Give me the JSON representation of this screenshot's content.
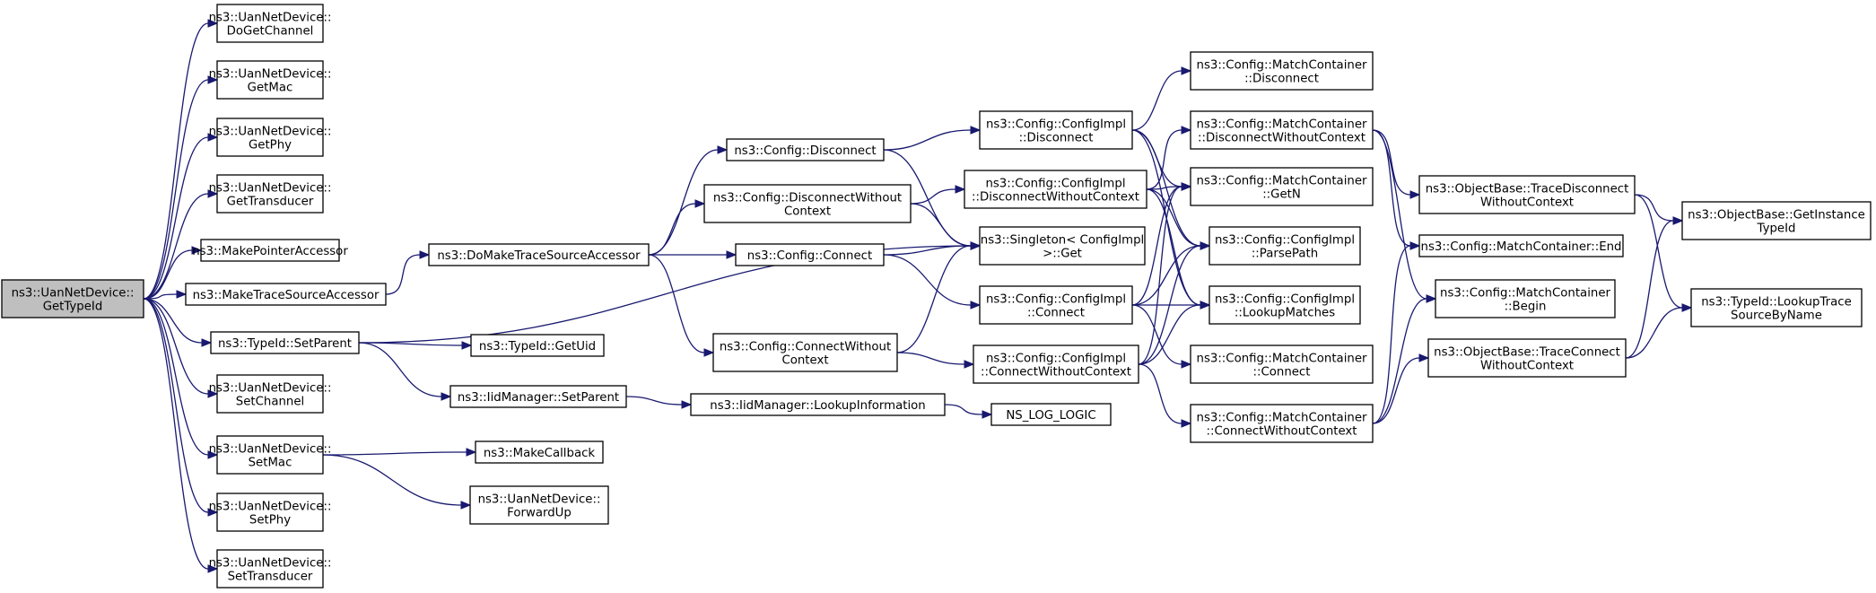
{
  "nodes": [
    {
      "id": "n0",
      "lines": [
        "ns3::UanNetDevice::",
        "GetTypeId"
      ],
      "root": true
    },
    {
      "id": "n1",
      "lines": [
        "ns3::UanNetDevice::",
        "DoGetChannel"
      ]
    },
    {
      "id": "n2",
      "lines": [
        "ns3::UanNetDevice::",
        "GetMac"
      ]
    },
    {
      "id": "n3",
      "lines": [
        "ns3::UanNetDevice::",
        "GetPhy"
      ]
    },
    {
      "id": "n4",
      "lines": [
        "ns3::UanNetDevice::",
        "GetTransducer"
      ]
    },
    {
      "id": "n5",
      "lines": [
        "ns3::MakePointerAccessor"
      ]
    },
    {
      "id": "n6",
      "lines": [
        "ns3::MakeTraceSourceAccessor"
      ]
    },
    {
      "id": "n7",
      "lines": [
        "ns3::TypeId::SetParent"
      ]
    },
    {
      "id": "n8",
      "lines": [
        "ns3::UanNetDevice::",
        "SetChannel"
      ]
    },
    {
      "id": "n9",
      "lines": [
        "ns3::UanNetDevice::",
        "SetMac"
      ]
    },
    {
      "id": "n10",
      "lines": [
        "ns3::UanNetDevice::",
        "SetPhy"
      ]
    },
    {
      "id": "n11",
      "lines": [
        "ns3::UanNetDevice::",
        "SetTransducer"
      ]
    },
    {
      "id": "n12",
      "lines": [
        "ns3::DoMakeTraceSourceAccessor"
      ]
    },
    {
      "id": "n13",
      "lines": [
        "ns3::TypeId::GetUid"
      ]
    },
    {
      "id": "n14",
      "lines": [
        "ns3::IidManager::SetParent"
      ]
    },
    {
      "id": "n15",
      "lines": [
        "ns3::MakeCallback"
      ]
    },
    {
      "id": "n16",
      "lines": [
        "ns3::UanNetDevice::",
        "ForwardUp"
      ]
    },
    {
      "id": "n17",
      "lines": [
        "ns3::Config::Disconnect"
      ]
    },
    {
      "id": "n18",
      "lines": [
        "ns3::Config::DisconnectWithout",
        "Context"
      ]
    },
    {
      "id": "n19",
      "lines": [
        "ns3::Config::Connect"
      ]
    },
    {
      "id": "n20",
      "lines": [
        "ns3::Config::ConnectWithout",
        "Context"
      ]
    },
    {
      "id": "n21",
      "lines": [
        "ns3::IidManager::LookupInformation"
      ]
    },
    {
      "id": "n22",
      "lines": [
        "ns3::Config::ConfigImpl",
        "::Disconnect"
      ]
    },
    {
      "id": "n23",
      "lines": [
        "ns3::Config::ConfigImpl",
        "::DisconnectWithoutContext"
      ]
    },
    {
      "id": "n24",
      "lines": [
        "ns3::Singleton< ConfigImpl",
        " >::Get"
      ]
    },
    {
      "id": "n25",
      "lines": [
        "ns3::Config::ConfigImpl",
        "::Connect"
      ]
    },
    {
      "id": "n26",
      "lines": [
        "ns3::Config::ConfigImpl",
        "::ConnectWithoutContext"
      ]
    },
    {
      "id": "n27",
      "lines": [
        "NS_LOG_LOGIC"
      ]
    },
    {
      "id": "n28",
      "lines": [
        "ns3::Config::MatchContainer",
        "::Disconnect"
      ]
    },
    {
      "id": "n29",
      "lines": [
        "ns3::Config::MatchContainer",
        "::DisconnectWithoutContext"
      ]
    },
    {
      "id": "n30",
      "lines": [
        "ns3::Config::MatchContainer",
        "::GetN"
      ]
    },
    {
      "id": "n31",
      "lines": [
        "ns3::Config::ConfigImpl",
        "::ParsePath"
      ]
    },
    {
      "id": "n32",
      "lines": [
        "ns3::Config::ConfigImpl",
        "::LookupMatches"
      ]
    },
    {
      "id": "n33",
      "lines": [
        "ns3::Config::MatchContainer",
        "::Connect"
      ]
    },
    {
      "id": "n34",
      "lines": [
        "ns3::Config::MatchContainer",
        "::ConnectWithoutContext"
      ]
    },
    {
      "id": "n35",
      "lines": [
        "ns3::ObjectBase::TraceDisconnect",
        "WithoutContext"
      ]
    },
    {
      "id": "n36",
      "lines": [
        "ns3::Config::MatchContainer::End"
      ]
    },
    {
      "id": "n37",
      "lines": [
        "ns3::Config::MatchContainer",
        "::Begin"
      ]
    },
    {
      "id": "n38",
      "lines": [
        "ns3::ObjectBase::TraceConnect",
        "WithoutContext"
      ]
    },
    {
      "id": "n39",
      "lines": [
        "ns3::ObjectBase::GetInstance",
        "TypeId"
      ]
    },
    {
      "id": "n40",
      "lines": [
        "ns3::TypeId::LookupTrace",
        "SourceByName"
      ]
    }
  ],
  "edges": [
    [
      "n0",
      "n1"
    ],
    [
      "n0",
      "n2"
    ],
    [
      "n0",
      "n3"
    ],
    [
      "n0",
      "n4"
    ],
    [
      "n0",
      "n5"
    ],
    [
      "n0",
      "n6"
    ],
    [
      "n0",
      "n7"
    ],
    [
      "n0",
      "n8"
    ],
    [
      "n0",
      "n9"
    ],
    [
      "n0",
      "n10"
    ],
    [
      "n0",
      "n11"
    ],
    [
      "n6",
      "n12"
    ],
    [
      "n7",
      "n13"
    ],
    [
      "n7",
      "n14"
    ],
    [
      "n7",
      "n24"
    ],
    [
      "n9",
      "n15"
    ],
    [
      "n9",
      "n16"
    ],
    [
      "n12",
      "n17"
    ],
    [
      "n12",
      "n18"
    ],
    [
      "n12",
      "n19"
    ],
    [
      "n12",
      "n20"
    ],
    [
      "n14",
      "n21"
    ],
    [
      "n21",
      "n27"
    ],
    [
      "n17",
      "n22"
    ],
    [
      "n17",
      "n24"
    ],
    [
      "n18",
      "n23"
    ],
    [
      "n18",
      "n24"
    ],
    [
      "n19",
      "n24"
    ],
    [
      "n19",
      "n25"
    ],
    [
      "n20",
      "n24"
    ],
    [
      "n20",
      "n26"
    ],
    [
      "n22",
      "n28"
    ],
    [
      "n22",
      "n30"
    ],
    [
      "n22",
      "n31"
    ],
    [
      "n22",
      "n32"
    ],
    [
      "n23",
      "n29"
    ],
    [
      "n23",
      "n30"
    ],
    [
      "n23",
      "n31"
    ],
    [
      "n23",
      "n32"
    ],
    [
      "n25",
      "n31"
    ],
    [
      "n25",
      "n32"
    ],
    [
      "n25",
      "n33"
    ],
    [
      "n25",
      "n30"
    ],
    [
      "n26",
      "n31"
    ],
    [
      "n26",
      "n32"
    ],
    [
      "n26",
      "n34"
    ],
    [
      "n26",
      "n30"
    ],
    [
      "n29",
      "n35"
    ],
    [
      "n29",
      "n36"
    ],
    [
      "n29",
      "n37"
    ],
    [
      "n34",
      "n36"
    ],
    [
      "n34",
      "n37"
    ],
    [
      "n34",
      "n38"
    ],
    [
      "n35",
      "n39"
    ],
    [
      "n35",
      "n40"
    ],
    [
      "n38",
      "n39"
    ],
    [
      "n38",
      "n40"
    ]
  ]
}
